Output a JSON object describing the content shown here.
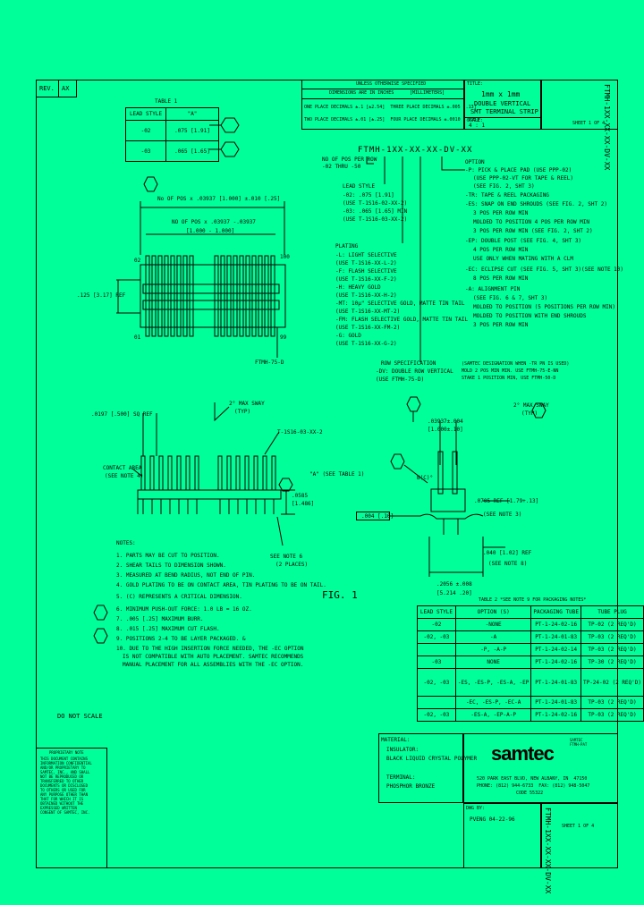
{
  "rev": {
    "label": "REV.",
    "value": "AX"
  },
  "table1": {
    "title": "TABLE 1",
    "header": [
      "LEAD STYLE",
      "\"A\""
    ],
    "rows": [
      [
        "-02",
        ".075 [1.91]"
      ],
      [
        "-03",
        ".065 [1.65]"
      ]
    ]
  },
  "tolerance": {
    "header_left": "UNLESS OTHERWISE SPECIFIED",
    "header_sub_left": "DIMENSIONS ARE IN INCHES",
    "header_sub_right": "[MILLIMETERS]",
    "line1": "ONE PLACE DECIMALS ±.1 [±2.54]  THREE PLACE DECIMALS ±.005 [.13]",
    "line2": "TWO PLACE DECIMALS ±.01 [±.25]  FOUR PLACE DECIMALS ±.0010 [.025]"
  },
  "title_block_top": {
    "title_label": "TITLE:",
    "title_line1": "1mm x 1mm",
    "title_line2": "DOUBLE VERTICAL",
    "title_line3": "SMT TERMINAL STRIP",
    "scale_label": "SCALE:",
    "scale_value": "4 : 1",
    "part_vertical": "FTMH-1XX-XX-XX-DV-XX",
    "sheet": "SHEET 1 OF 4"
  },
  "part_code": "FTMH-1XX-XX-XX-DV-XX",
  "left_callouts": [
    "NO OF POS PER ROW",
    "-02 THRU -50",
    "",
    "LEAD STYLE",
    "-02: .075 [1.91]",
    "(USE T-1S16-02-XX-2)",
    "-03: .065 [1.65] MIN",
    "(USE T-1S16-03-XX-2)",
    "",
    "PLATING",
    "-L: LIGHT SELECTIVE",
    "(USE T-1S16-XX-L-2)",
    "-F: FLASH SELECTIVE",
    "(USE T-1S16-XX-F-2)",
    "-H: HEAVY GOLD",
    "(USE T-1S16-XX-H-2)",
    "-MT: 10µ\" SELECTIVE GOLD, MATTE TIN TAIL",
    "(USE T-1S16-XX-MT-2)",
    "-FM: FLASH SELECTIVE GOLD, MATTE TIN TAIL",
    "(USE T-1S16-XX-FM-2)",
    "-G: GOLD",
    "(USE T-1S16-XX-G-2)"
  ],
  "right_callouts": [
    "OPTION",
    "-P: PICK & PLACE PAD (USE PPP-02)",
    "(USE PPP-02-VT FOR TAPE & REEL)",
    "(SEE FIG. 2, SHT 3)",
    "-TR: TAPE & REEL PACKAGING",
    "-ES: SNAP ON END SHROUDS (SEE FIG. 2, SHT 2)",
    "3 POS PER ROW MIN",
    "MOLDED TO POSITION 4 POS PER ROW MIN",
    "3 POS PER ROW MIN (SEE FIG. 2, SHT 2)",
    "-EP: DOUBLE POST (SEE FIG. 4, SHT 3)",
    "4 POS PER ROW MIN",
    "USE ONLY WHEN MATING WITH A CLM",
    "-EC: ECLIPSE CUT (SEE FIG. 5, SHT 3)(SEE NOTE 10)",
    "8 POS PER ROW MIN",
    "-A: ALIGNMENT PIN",
    "(SEE FIG. 6 & 7, SHT 3)",
    "MOLDED TO POSITION (5 POSITIONS PER ROW MIN)",
    "MOLDED TO POSITION WITH END SHROUDS",
    "3 POS PER ROW MIN"
  ],
  "row_spec": {
    "label": "ROW SPECIFICATION",
    "line1": "-DV: DOUBLE ROW VERTICAL",
    "line2": "(USE FTMH-75-D)"
  },
  "samtec_note": [
    "(SAMTEC DESIGNATION WHEN -TR PN IS USED)",
    "MOLD 2 POS MIN MIN. USE FTMH-75-E-NN",
    "STAKE 1 POSITION MIN, USE FTMH-50-D"
  ],
  "top_view": {
    "no_of_pos_label": "No OF POS x .03937 [1.000] ±.010 [.25]",
    "no_of_pos_label2": "NO OF POS x .03937 -.03937",
    "no_of_pos_label3": "[1.000 - 1.000]",
    "dim_125": ".125 [3.17] REF",
    "pin02": "02",
    "pin100": "100",
    "pin01": "01",
    "pin99": "99",
    "ftmh": "FTMH-75-D"
  },
  "front_view": {
    "sq_ref": ".0197 [.500] SQ REF",
    "max_sway": "2° MAX SWAY",
    "typ": "(TYP)",
    "tpart": "T-1S16-03-XX-2",
    "contact_area": "CONTACT AREA",
    "see_note4": "(SEE NOTE 4)",
    "a_see_table": "\"A\" (SEE TABLE 1)",
    "dim_0585": ".0585",
    "dim_0585b": "[1.486]",
    "see_note6": "SEE NOTE 6",
    "x2_places": "(2 PLACES)"
  },
  "side_view": {
    "dim_03937": ".03937±.004",
    "dim_03937b": "[1.000±.10]",
    "max_sway": "2° MAX SWAY",
    "typ": "(TYP)",
    "datum_b": "B(C)°",
    "dim_004": ".004 [.10]",
    "dim_0705": ".0705 REF [1.79+.13]",
    "see_note3": "(SEE NOTE 3)",
    "dim_040": ".040 [1.02] REF",
    "see_note8": "(SEE NOTE 8)",
    "dim_2056": ".2056 ±.008",
    "dim_2056b": "[5.214 .20]"
  },
  "fig_label": "FIG. 1",
  "notes": [
    "NOTES:",
    "1. PARTS MAY BE CUT TO POSITION.",
    "2. SHEAR TAILS TO DIMENSION SHOWN.",
    "3. MEASURED AT BEND RADIUS, NOT END OF PIN.",
    "4. GOLD PLATING TO BE ON CONTACT AREA, TIN PLATING TO BE ON TAIL.",
    "5. (C) REPRESENTS A CRITICAL DIMENSION.",
    "6. MINIMUM PUSH-OUT FORCE: 1.0 LB = 16 OZ.",
    "7. .005 [.25] MAXIMUM BURR.",
    "8. .015 [.25] MAXIMUM CUT FLASH.",
    "9. POSITIONS 2-4 TO BE LAYER PACKAGED. &",
    "10. DUE TO THE HIGH INSERTION FORCE NEEDED, THE -EC OPTION",
    "IS NOT COMPATIBLE WITH AUTO PLACEMENT. SAMTEC RECOMMENDS",
    "MANUAL PLACEMENT FOR ALL ASSEMBLIES WITH THE -EC OPTION."
  ],
  "table2": {
    "title": "TABLE 2 *SEE NOTE 9 FOR PACKAGING NOTES*",
    "header": [
      "LEAD STYLE",
      "OPTION (S)",
      "PACKAGING TUBE",
      "TUBE PLUG"
    ],
    "rows": [
      [
        "-02",
        "-NONE",
        "PT-1-24-02-16",
        "TP-02 (2 REQ'D)"
      ],
      [
        "-02, -03",
        "-A",
        "PT-1-24-01-83",
        "TP-03 (2 REQ'D)"
      ],
      [
        "",
        "-P, -A-P",
        "PT-1-24-02-14",
        "TP-03 (2 REQ'D)"
      ],
      [
        "-03",
        "NONE",
        "PT-1-24-02-16",
        "TP-30 (2 REQ'D)"
      ],
      [
        "-02, -03",
        "-ES, -ES-P, -ES-A, -EP",
        "PT-1-24-01-83",
        "TP-24-02 (2 REQ'D)"
      ],
      [
        "",
        "-EC, -ES-P, -EC-A",
        "PT-1-24-01-83",
        "TP-03 (2 REQ'D)"
      ],
      [
        "-02, -03",
        "-ES-A, -EP-A-P",
        "PT-1-24-02-16",
        "TP-03 (2 REQ'D)"
      ]
    ]
  },
  "do_not_scale": "DO NOT SCALE",
  "proprietary": [
    "PROPRIETARY NOTE",
    "THIS DOCUMENT CONTAINS",
    "INFORMATION CONFIDENTIAL",
    "AND/OR PROPRIETARY TO",
    "SAMTEC, INC., AND SHALL",
    "NOT BE REPRODUCED OR",
    "TRANSFERRED TO OTHER",
    "DOCUMENTS OR DISCLOSED",
    "TO OTHERS OR USED FOR",
    "ANY PURPOSE OTHER THAN",
    "THAT FOR WHICH IT IS",
    "OBTAINED WITHOUT THE",
    "EXPRESSED WRITTEN",
    "CONSENT OF SAMTEC, INC."
  ],
  "material": {
    "label": "MATERIAL:",
    "insulator_label": "INSULATOR:",
    "insulator_value": "BLACK LIQUID CRYSTAL POLYMER",
    "terminal_label": "TERMINAL:",
    "terminal_value": "PHOSPHOR BRONZE"
  },
  "samtec": {
    "logo": "samtec",
    "side_small1": "SAMTEC",
    "side_small2": "FTMH-PAT",
    "address1": "520 PARK EAST BLVD, NEW ALBANY, IN  47150",
    "address2": "PHONE: (812) 944-6733  FAX: (812) 948-5047",
    "address3": "CODE 55322"
  },
  "drawn": {
    "label": "DWG BY:",
    "value": "PVENG 04-22-96"
  },
  "bottom_part": {
    "part": "FTMH-1XX-XX-XX-DV-XX",
    "sheet": "SHEET 1 OF 4"
  }
}
